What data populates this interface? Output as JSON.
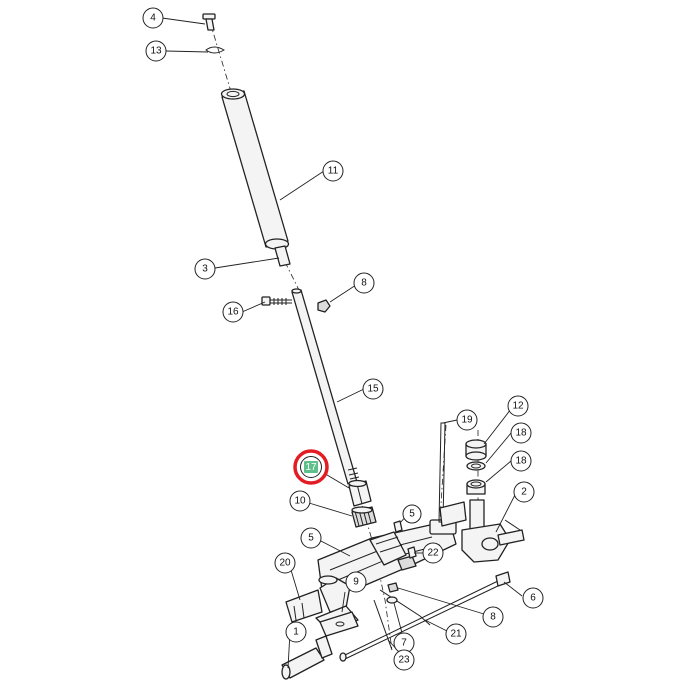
{
  "diagram": {
    "highlight_color": "#e31b23",
    "label_highlight_color": "#5fc08a",
    "callouts": [
      {
        "id": "c4",
        "text": "4"
      },
      {
        "id": "c13",
        "text": "13"
      },
      {
        "id": "c11",
        "text": "11"
      },
      {
        "id": "c3",
        "text": "3"
      },
      {
        "id": "c8a",
        "text": "8"
      },
      {
        "id": "c16",
        "text": "16"
      },
      {
        "id": "c15",
        "text": "15"
      },
      {
        "id": "c19",
        "text": "19"
      },
      {
        "id": "c12",
        "text": "12"
      },
      {
        "id": "c18a",
        "text": "18"
      },
      {
        "id": "c18b",
        "text": "18"
      },
      {
        "id": "c2",
        "text": "2"
      },
      {
        "id": "c10",
        "text": "10"
      },
      {
        "id": "c5a",
        "text": "5"
      },
      {
        "id": "c5b",
        "text": "5"
      },
      {
        "id": "c22",
        "text": "22"
      },
      {
        "id": "c20",
        "text": "20"
      },
      {
        "id": "c9",
        "text": "9"
      },
      {
        "id": "c6",
        "text": "6"
      },
      {
        "id": "c8b",
        "text": "8"
      },
      {
        "id": "c7",
        "text": "7"
      },
      {
        "id": "c21",
        "text": "21"
      },
      {
        "id": "c1",
        "text": "1"
      },
      {
        "id": "c23",
        "text": "23"
      }
    ],
    "highlighted_callout": {
      "id": "c17",
      "text": "17"
    }
  }
}
